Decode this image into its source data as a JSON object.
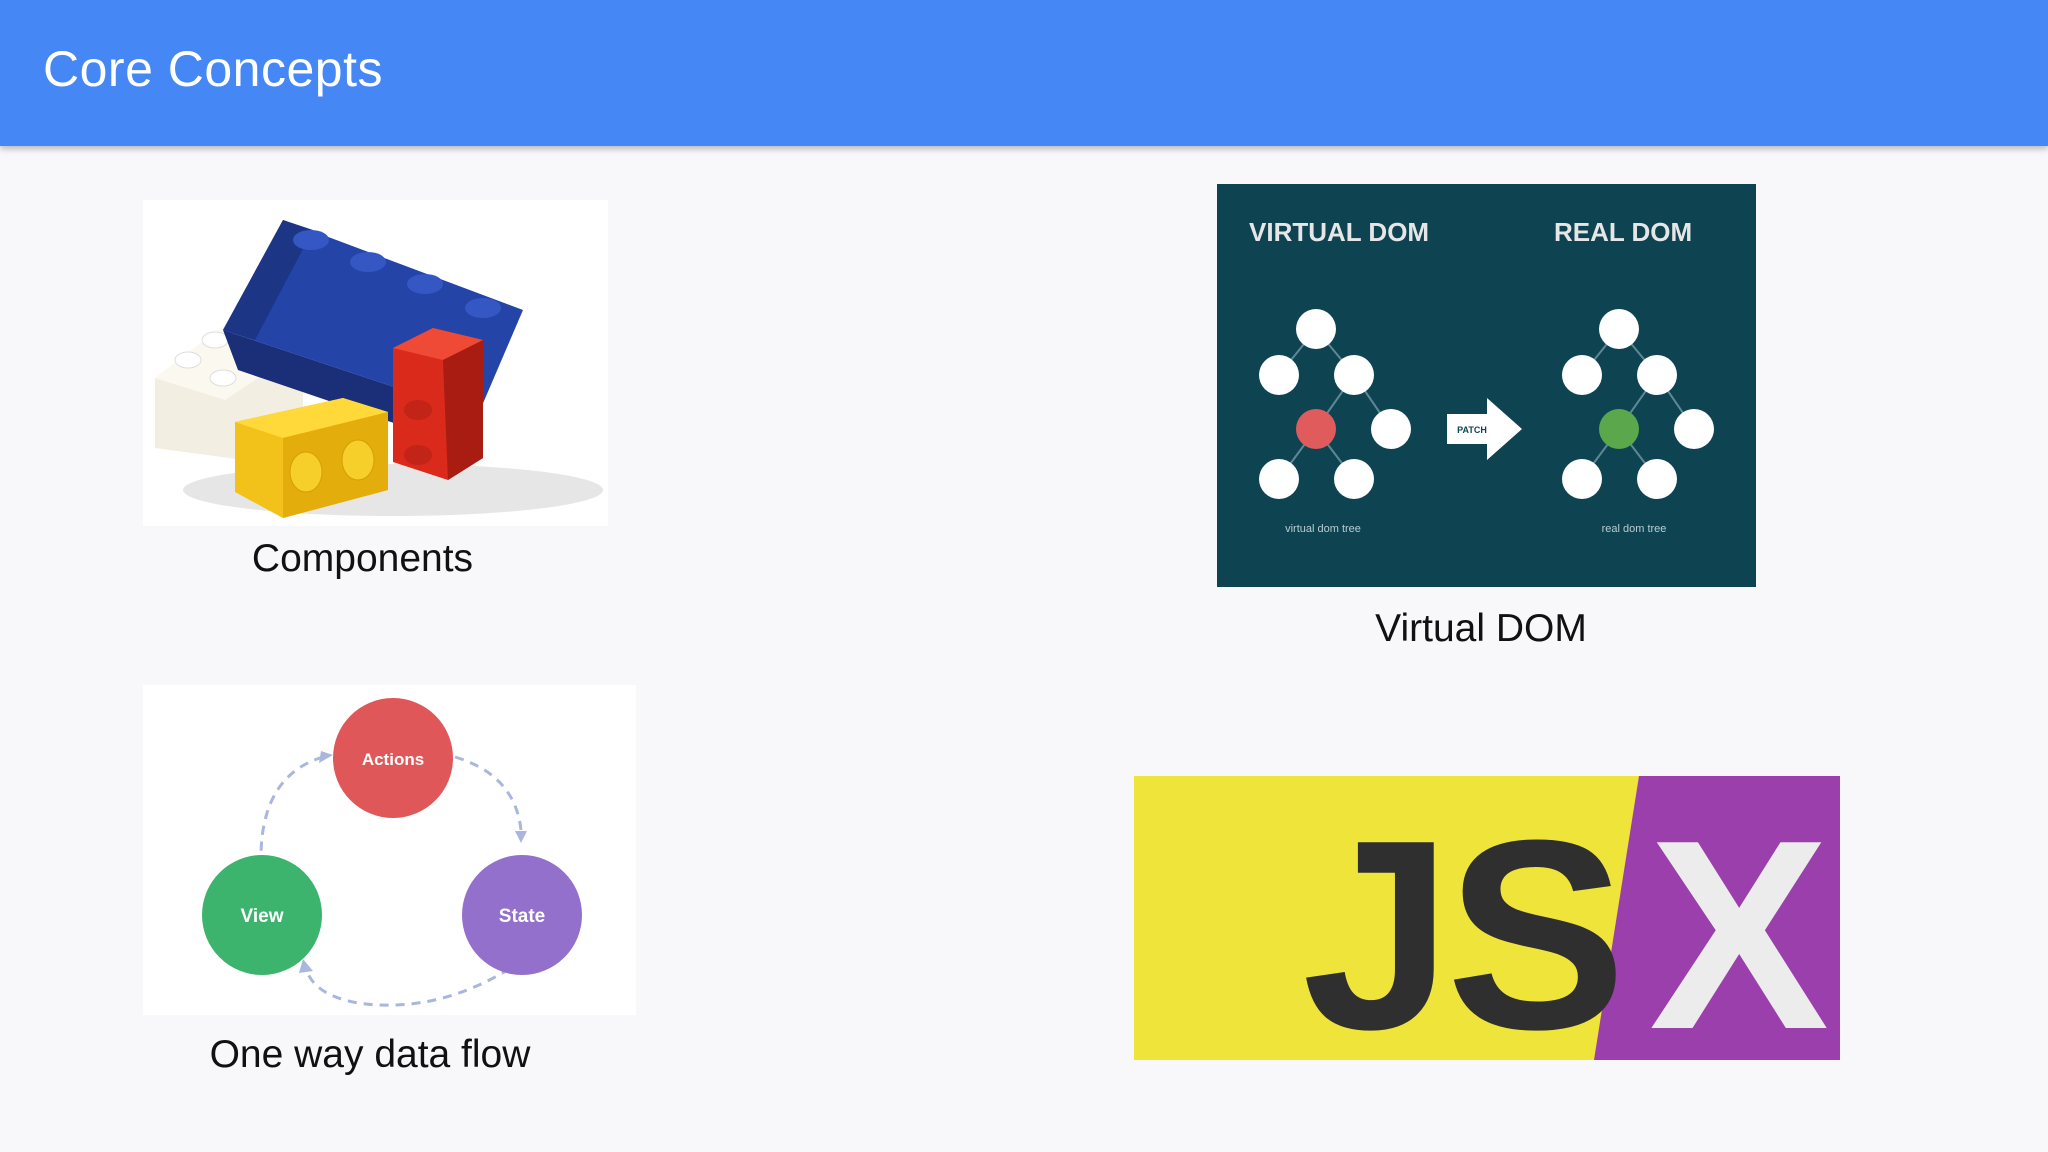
{
  "slide": {
    "title": "Core Concepts",
    "accent_color": "#4587f4"
  },
  "components": {
    "caption": "Components",
    "image_icon": "lego-bricks-icon"
  },
  "virtual_dom": {
    "caption": "Virtual DOM",
    "left_heading": "VIRTUAL DOM",
    "right_heading": "REAL DOM",
    "arrow_label": "PATCH",
    "left_tree_label": "virtual dom tree",
    "right_tree_label": "real dom tree"
  },
  "data_flow": {
    "caption": "One way data flow",
    "node_actions": "Actions",
    "node_view": "View",
    "node_state": "State"
  },
  "jsx": {
    "js_text": "JS",
    "x_text": "X"
  }
}
